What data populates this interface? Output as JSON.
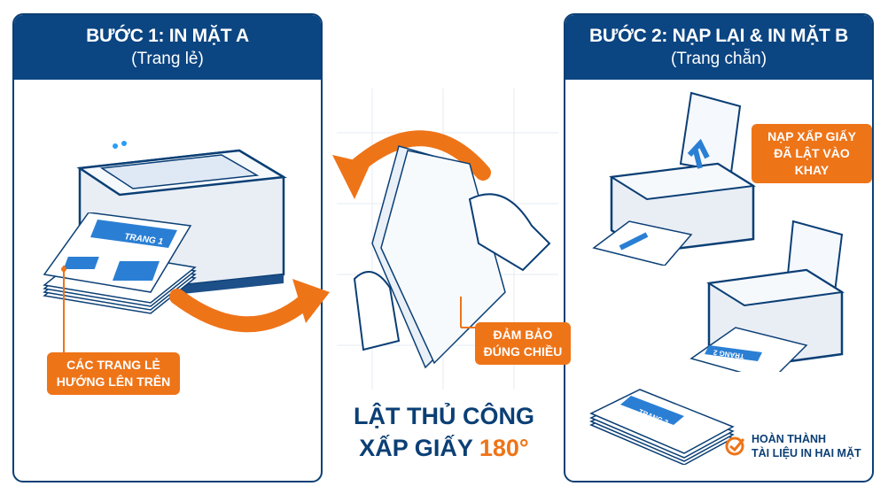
{
  "step1": {
    "title": "BƯỚC 1: IN MẶT A",
    "subtitle": "(Trang lẻ)",
    "page_label": "TRANG 1",
    "callout": [
      "CÁC TRANG LẺ",
      "HƯỚNG LÊN TRÊN"
    ]
  },
  "step2": {
    "title": "BƯỚC 2: NẠP LẠI & IN MẶT B",
    "subtitle": "(Trang chẵn)",
    "page_label": "TRANG 2",
    "callout": [
      "NẠP XẤP GIẤY",
      "ĐÃ LẬT VÀO KHAY"
    ],
    "done": [
      "HOÀN THÀNH",
      "TÀI LIỆU IN HAI MẶT"
    ]
  },
  "middle": {
    "callout": [
      "ĐẢM BẢO",
      "ĐÚNG CHIỀU"
    ],
    "title_line1": "LẬT THỦ CÔNG",
    "title_line2": "XẤP GIẤY",
    "angle": "180°"
  },
  "colors": {
    "navy": "#0b4582",
    "orange": "#ee7418",
    "blue": "#2a7fd4"
  }
}
